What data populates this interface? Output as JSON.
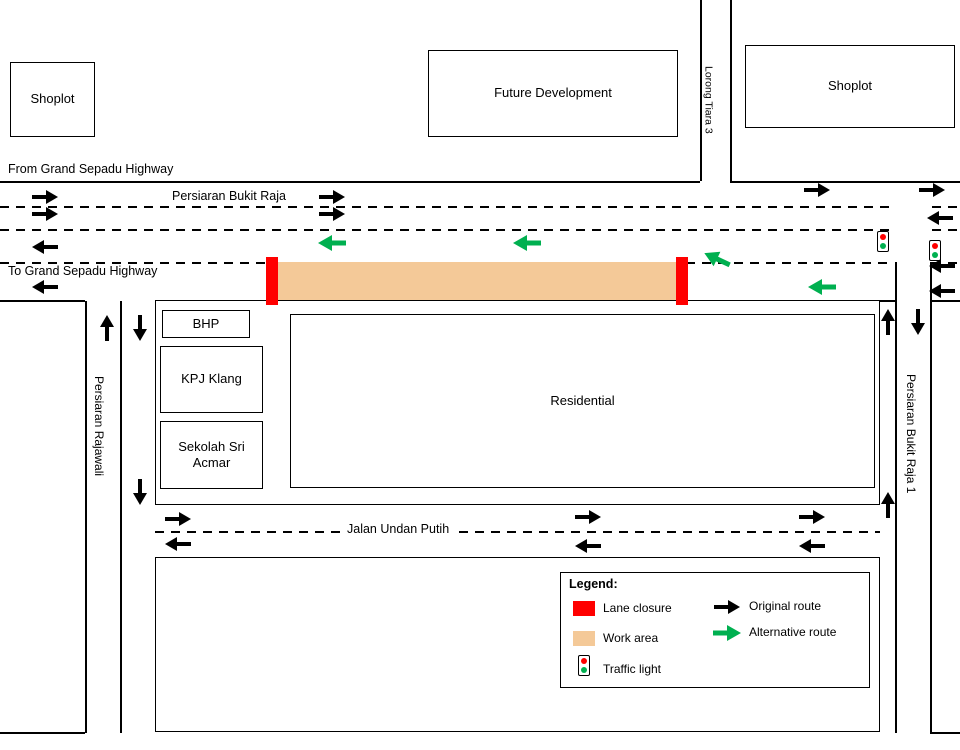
{
  "labels": {
    "shoplot_left": "Shoplot",
    "future_development": "Future Development",
    "lorong_tiara_3": "Lorong Tiara 3",
    "shoplot_right": "Shoplot",
    "from_highway": "From Grand Sepadu Highway",
    "persiaran_bukit_raja": "Persiaran Bukit Raja",
    "to_highway": "To Grand Sepadu Highway",
    "bhp": "BHP",
    "kpj_klang": "KPJ Klang",
    "sekolah": "Sekolah Sri Acmar",
    "residential": "Residential",
    "persiaran_rajawali": "Persiaran Rajawali",
    "persiaran_bukit_raja_1": "Persiaran Bukit Raja 1",
    "jalan_undan_putih": "Jalan Undan Putih"
  },
  "legend": {
    "title": "Legend:",
    "lane_closure": "Lane closure",
    "work_area": "Work area",
    "traffic_light": "Traffic light",
    "original_route": "Original route",
    "alternative_route": "Alternative route"
  },
  "colors": {
    "lane_closure": "#FF0000",
    "work_area": "#F4C998",
    "original_route": "#000000",
    "alternative_route": "#00B050",
    "traffic_light_red": "#FF0000",
    "traffic_light_green": "#00B050"
  }
}
